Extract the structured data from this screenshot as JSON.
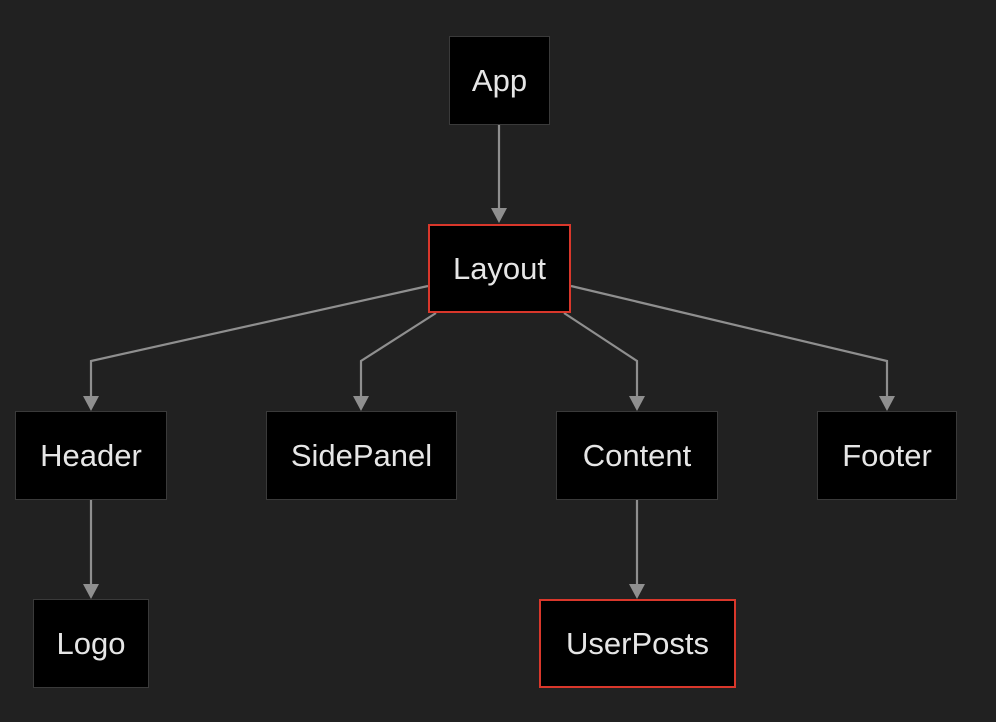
{
  "diagram": {
    "highlight_color": "#d9372b",
    "edge_color": "#8f8f8f",
    "node_fill": "#000000",
    "background": "#212121",
    "nodes": {
      "app": "App",
      "layout": "Layout",
      "header": "Header",
      "sidepanel": "SidePanel",
      "content": "Content",
      "footer": "Footer",
      "logo": "Logo",
      "userposts": "UserPosts"
    },
    "highlighted": [
      "Layout",
      "UserPosts"
    ],
    "edges": [
      {
        "from": "App",
        "to": "Layout"
      },
      {
        "from": "Layout",
        "to": "Header"
      },
      {
        "from": "Layout",
        "to": "SidePanel"
      },
      {
        "from": "Layout",
        "to": "Content"
      },
      {
        "from": "Layout",
        "to": "Footer"
      },
      {
        "from": "Header",
        "to": "Logo"
      },
      {
        "from": "Content",
        "to": "UserPosts"
      }
    ]
  }
}
